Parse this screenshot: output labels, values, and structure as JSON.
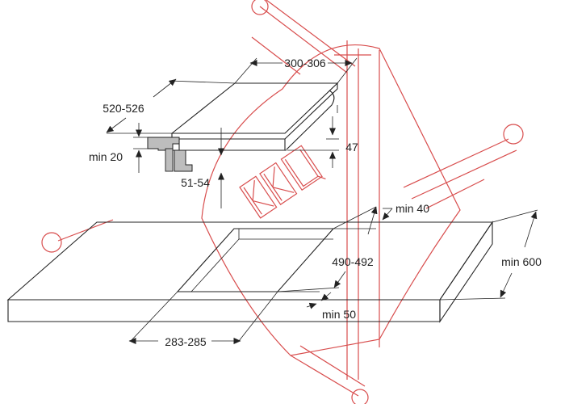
{
  "diagram": {
    "dimensions": {
      "hob_width": "300-306",
      "hob_depth": "520-526",
      "min_gap": "min 20",
      "hob_height": "47",
      "clip_range": "51-54",
      "min_front": "min 40",
      "cutout_depth": "490-492",
      "min_worktop_depth": "min 600",
      "min_side": "min 50",
      "cutout_width": "283-285"
    },
    "watermark": {
      "text": "ККЦ",
      "color": "#d43a3a"
    },
    "colors": {
      "line": "#222222",
      "bracket_fill": "#bdbdbd"
    }
  }
}
